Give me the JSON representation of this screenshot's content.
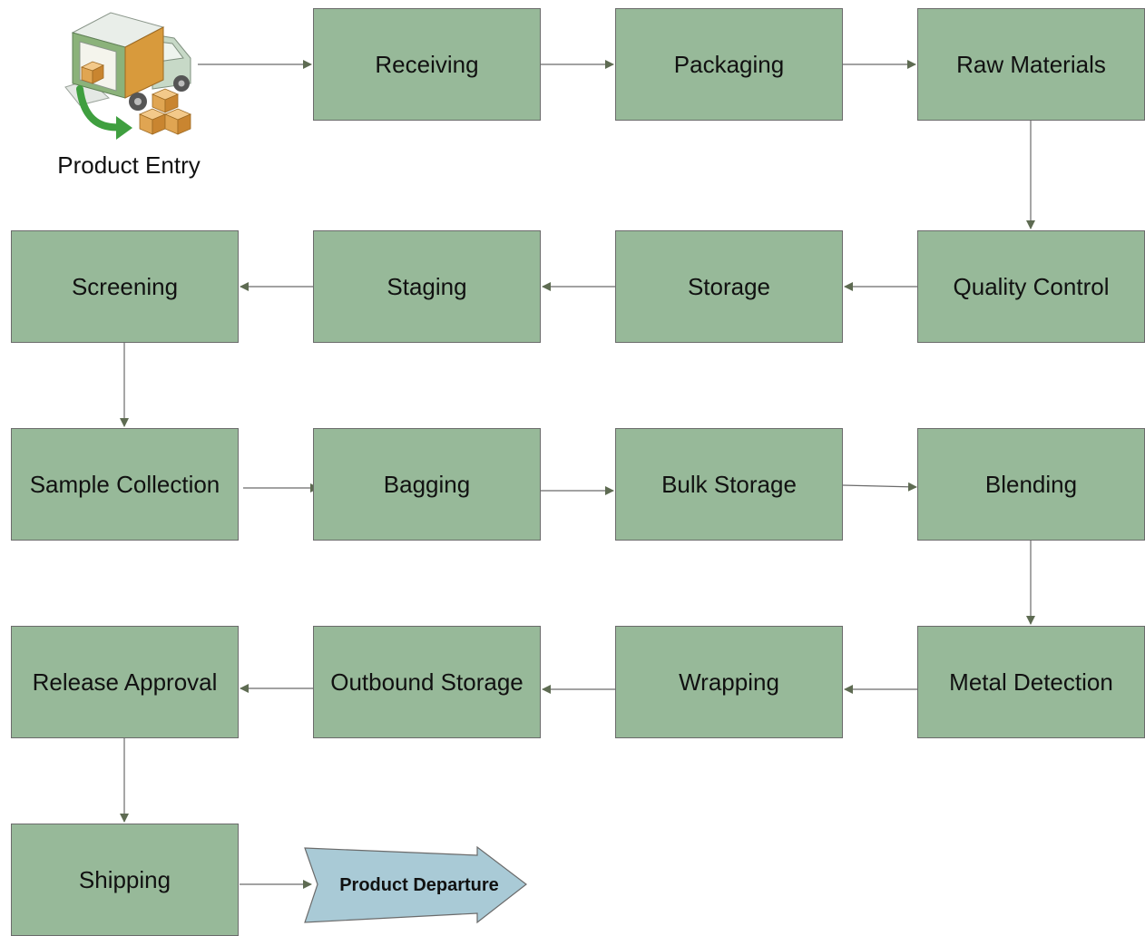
{
  "colors": {
    "step_fill": "#97b999",
    "step_border": "#6b6b6b",
    "connector": "#6b6b6b",
    "arrowhead": "#5e6b52",
    "departure_fill": "#a9cad6",
    "departure_border": "#6b6b6b"
  },
  "entry": {
    "label": "Product Entry",
    "icon": "delivery-truck-icon"
  },
  "steps": [
    {
      "id": "receiving",
      "label": "Receiving"
    },
    {
      "id": "packaging",
      "label": "Packaging"
    },
    {
      "id": "raw_materials",
      "label": "Raw Materials"
    },
    {
      "id": "quality_control",
      "label": "Quality Control"
    },
    {
      "id": "storage",
      "label": "Storage"
    },
    {
      "id": "staging",
      "label": "Staging"
    },
    {
      "id": "screening",
      "label": "Screening"
    },
    {
      "id": "sample_collection",
      "label": "Sample Collection"
    },
    {
      "id": "bagging",
      "label": "Bagging"
    },
    {
      "id": "bulk_storage",
      "label": "Bulk Storage"
    },
    {
      "id": "blending",
      "label": "Blending"
    },
    {
      "id": "metal_detection",
      "label": "Metal Detection"
    },
    {
      "id": "wrapping",
      "label": "Wrapping"
    },
    {
      "id": "outbound_storage",
      "label": "Outbound Storage"
    },
    {
      "id": "release_approval",
      "label": "Release Approval"
    },
    {
      "id": "shipping",
      "label": "Shipping"
    }
  ],
  "departure": {
    "label": "Product Departure",
    "icon": "block-arrow-right"
  },
  "flow": [
    [
      "entry",
      "receiving"
    ],
    [
      "receiving",
      "packaging"
    ],
    [
      "packaging",
      "raw_materials"
    ],
    [
      "raw_materials",
      "quality_control"
    ],
    [
      "quality_control",
      "storage"
    ],
    [
      "storage",
      "staging"
    ],
    [
      "staging",
      "screening"
    ],
    [
      "screening",
      "sample_collection"
    ],
    [
      "sample_collection",
      "bagging"
    ],
    [
      "bagging",
      "bulk_storage"
    ],
    [
      "bulk_storage",
      "blending"
    ],
    [
      "blending",
      "metal_detection"
    ],
    [
      "metal_detection",
      "wrapping"
    ],
    [
      "wrapping",
      "outbound_storage"
    ],
    [
      "outbound_storage",
      "release_approval"
    ],
    [
      "release_approval",
      "shipping"
    ],
    [
      "shipping",
      "departure"
    ]
  ]
}
